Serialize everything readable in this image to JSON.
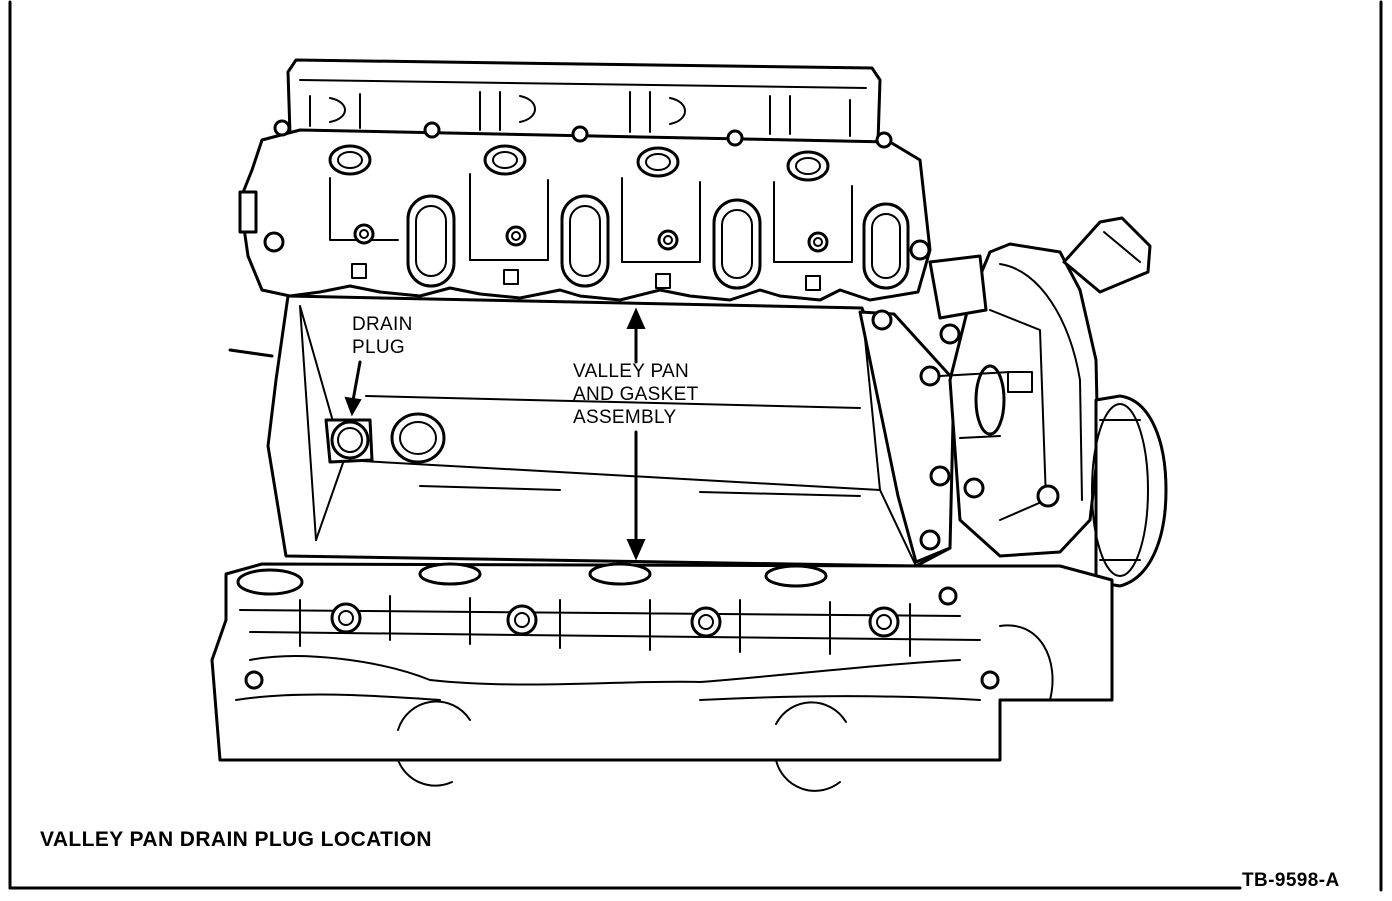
{
  "labels": {
    "drain_plug": "DRAIN\nPLUG",
    "valley_pan": "VALLEY PAN\nAND GASKET\nASSEMBLY"
  },
  "caption": "VALLEY PAN DRAIN PLUG LOCATION",
  "figure_id": "TB-9598-A"
}
